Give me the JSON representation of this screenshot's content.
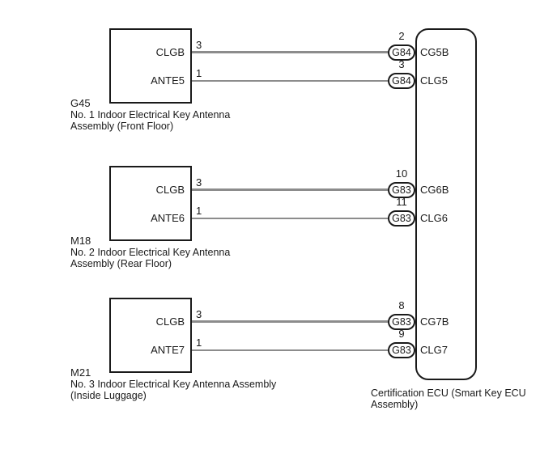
{
  "colors": {
    "wire": "#8c8c8c",
    "outline": "#1a1a1a",
    "text": "#1a1a1a",
    "background": "#ffffff"
  },
  "ecu": {
    "caption": [
      "Certification ECU (Smart Key ECU",
      "Assembly)"
    ]
  },
  "groups": [
    {
      "id": "G45",
      "caption": [
        "No. 1 Indoor Electrical Key Antenna",
        "Assembly (Front Floor)"
      ],
      "rows": [
        {
          "component_pin": "CLGB",
          "component_terminal": "3",
          "ecu_terminal": "2",
          "connector": "G84",
          "ecu_pin": "CG5B"
        },
        {
          "component_pin": "ANTE5",
          "component_terminal": "1",
          "ecu_terminal": "3",
          "connector": "G84",
          "ecu_pin": "CLG5"
        }
      ]
    },
    {
      "id": "M18",
      "caption": [
        "No. 2 Indoor Electrical Key Antenna",
        "Assembly (Rear Floor)"
      ],
      "rows": [
        {
          "component_pin": "CLGB",
          "component_terminal": "3",
          "ecu_terminal": "10",
          "connector": "G83",
          "ecu_pin": "CG6B"
        },
        {
          "component_pin": "ANTE6",
          "component_terminal": "1",
          "ecu_terminal": "11",
          "connector": "G83",
          "ecu_pin": "CLG6"
        }
      ]
    },
    {
      "id": "M21",
      "caption": [
        "No. 3 Indoor Electrical Key Antenna Assembly",
        "(Inside Luggage)"
      ],
      "rows": [
        {
          "component_pin": "CLGB",
          "component_terminal": "3",
          "ecu_terminal": "8",
          "connector": "G83",
          "ecu_pin": "CG7B"
        },
        {
          "component_pin": "ANTE7",
          "component_terminal": "1",
          "ecu_terminal": "9",
          "connector": "G83",
          "ecu_pin": "CLG7"
        }
      ]
    }
  ]
}
